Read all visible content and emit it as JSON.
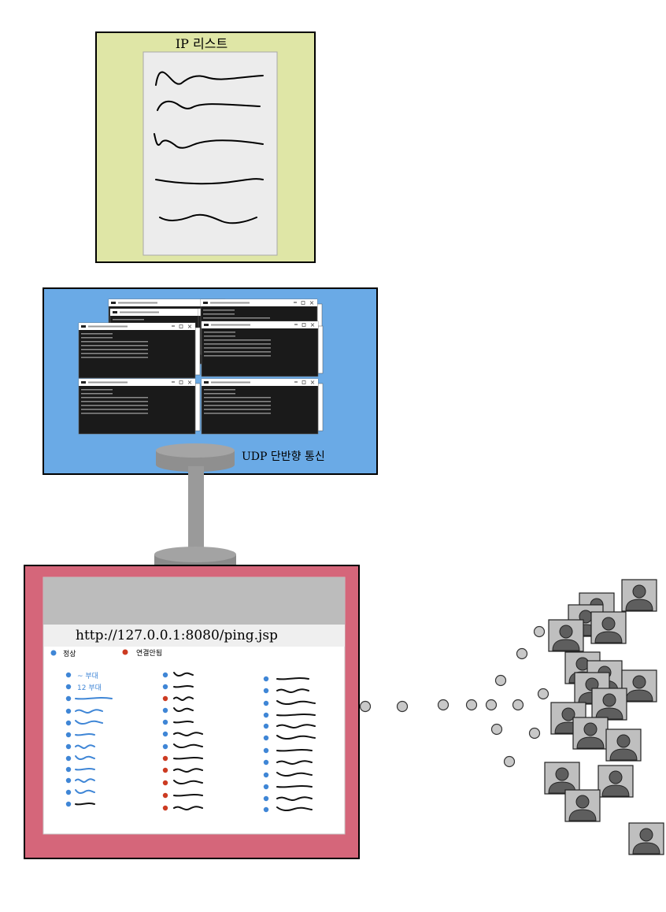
{
  "ip_list_panel": {
    "title": "IP 리스트",
    "scribble_lines": 5
  },
  "ping_server": {
    "window_count": 8,
    "udp_label": "UDP 단반향 통신"
  },
  "web_page": {
    "url": "http://127.0.0.1:8080/ping.jsp",
    "legend_normal": "정상",
    "legend_disconnected": "연결안됨",
    "col1_text1": "~ 부대",
    "col1_text2": "12 부대"
  },
  "colors": {
    "ip_panel_bg": "#dfe6a6",
    "ping_panel_bg": "#6aaae6",
    "web_panel_bg": "#d5667a",
    "status_normal": "#3f86d6",
    "status_disconnected": "#cc3b22",
    "pipe_gray": "#9a9a9a"
  },
  "icons": [
    "terminal-window-icon",
    "user-avatar-icon",
    "status-dot-icon",
    "pipe-connector-icon"
  ]
}
